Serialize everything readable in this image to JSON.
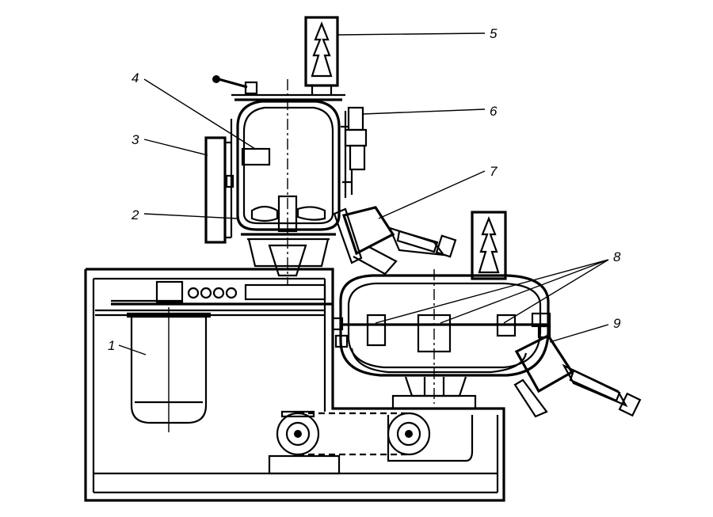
{
  "figure": {
    "callouts": [
      {
        "label": "1"
      },
      {
        "label": "2"
      },
      {
        "label": "3"
      },
      {
        "label": "4"
      },
      {
        "label": "5"
      },
      {
        "label": "6"
      },
      {
        "label": "7"
      },
      {
        "label": "8"
      },
      {
        "label": "9"
      }
    ]
  },
  "colors": {
    "ink": "#000000",
    "paper": "#ffffff"
  }
}
